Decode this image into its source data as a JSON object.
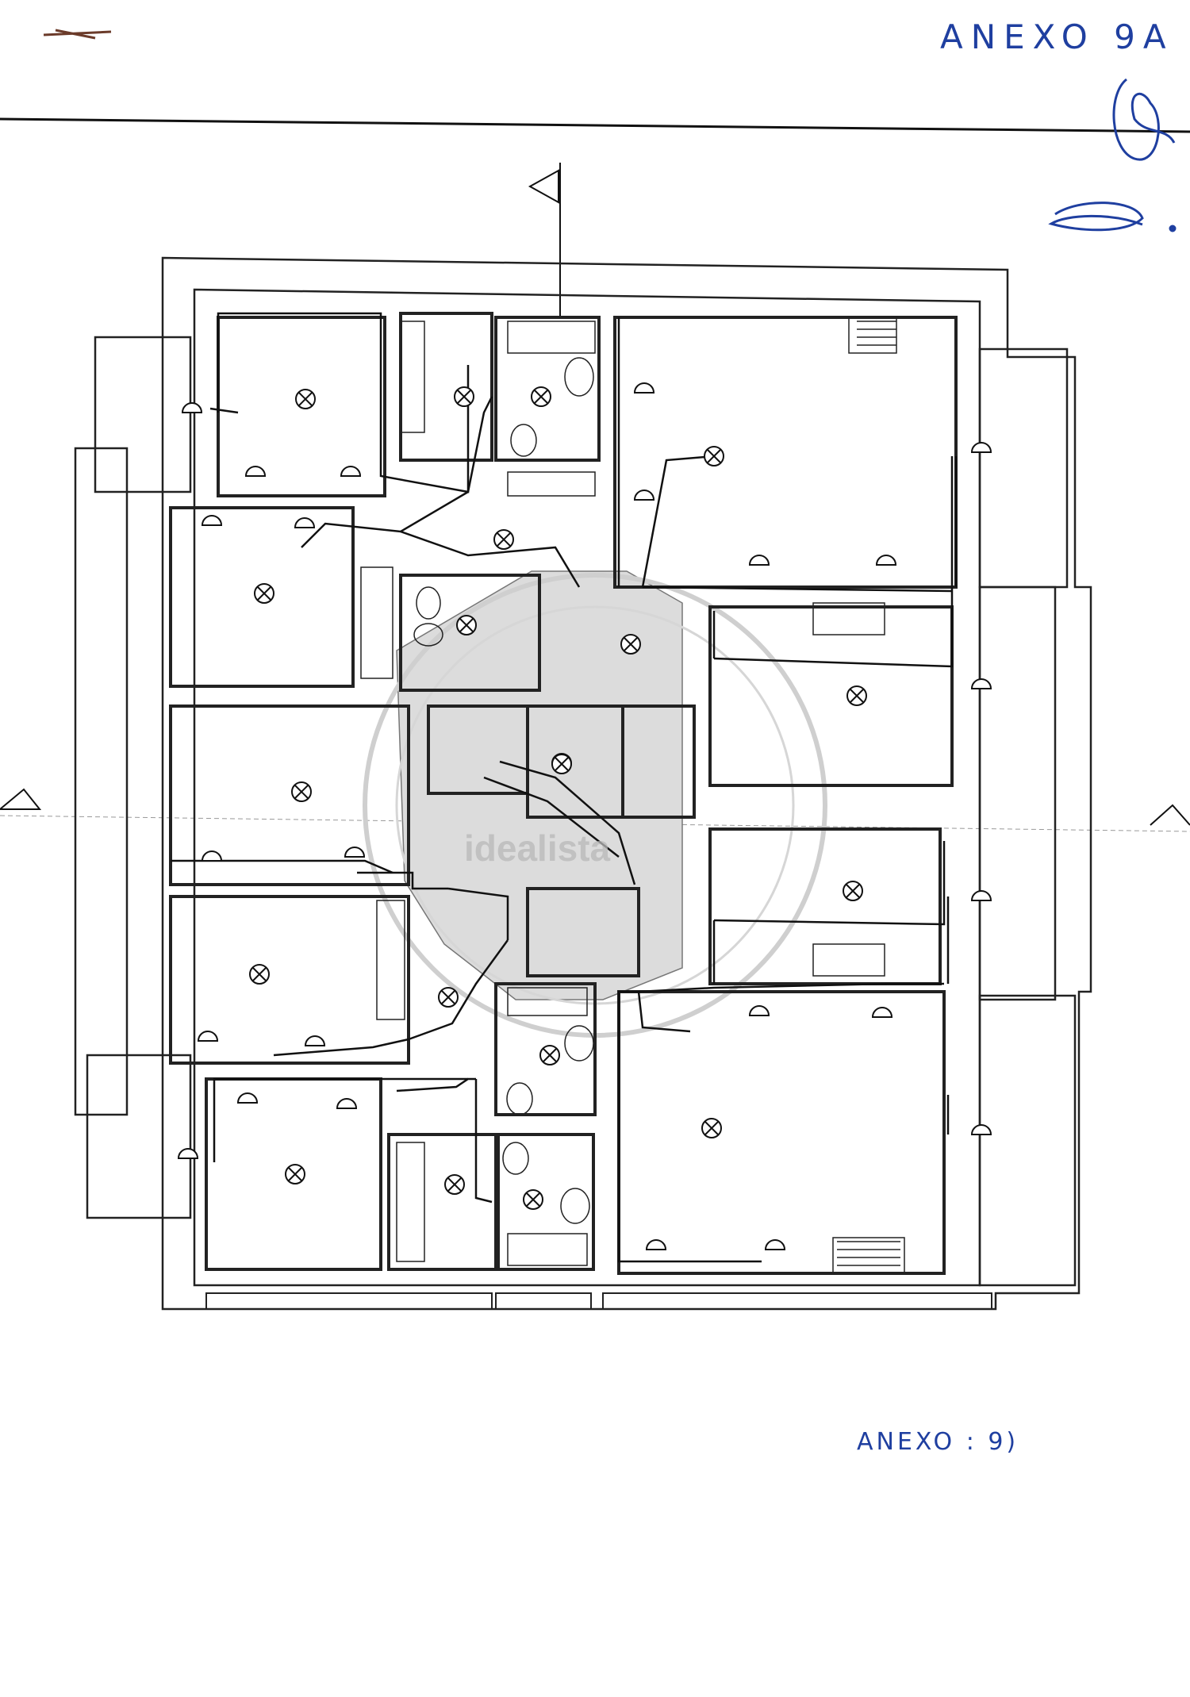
{
  "header": {
    "annex_label": "ANEXO 9A"
  },
  "footer": {
    "annex_label": "ANEXO : 9)"
  },
  "watermark": {
    "text": "idealista"
  },
  "colors": {
    "ink": "#111111",
    "pen": "#1f3fa0",
    "paper": "#ffffff",
    "shade": "#d9d9d9"
  }
}
